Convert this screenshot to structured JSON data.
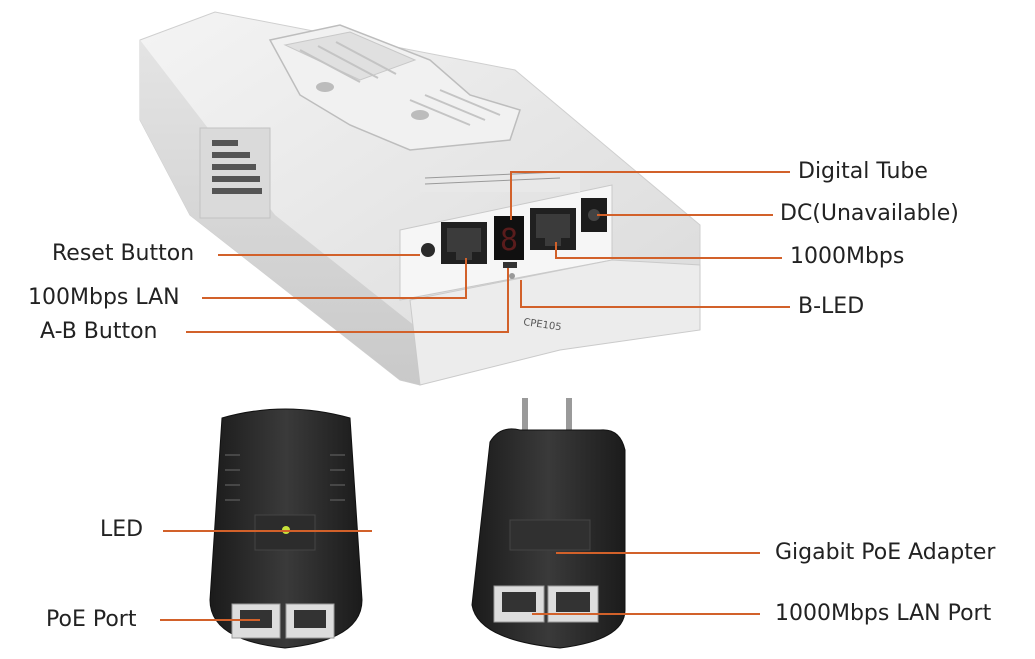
{
  "colors": {
    "leader": "#d2612a",
    "device_body": "#e9e9e9",
    "adapter_body": "#262626"
  },
  "labels": {
    "digital_tube": "Digital Tube",
    "dc": "DC(Unavailable)",
    "gig": "1000Mbps",
    "b_led": "B-LED",
    "reset": "Reset Button",
    "lan100": "100Mbps LAN",
    "ab_button": "A-B Button",
    "led": "LED",
    "poe_port": "PoE Port",
    "gig_poe_adapter": "Gigabit PoE Adapter",
    "lan_port_1000": "1000Mbps LAN Port"
  },
  "device_print": {
    "tube_digit": "8",
    "model_code": "CPE105"
  }
}
